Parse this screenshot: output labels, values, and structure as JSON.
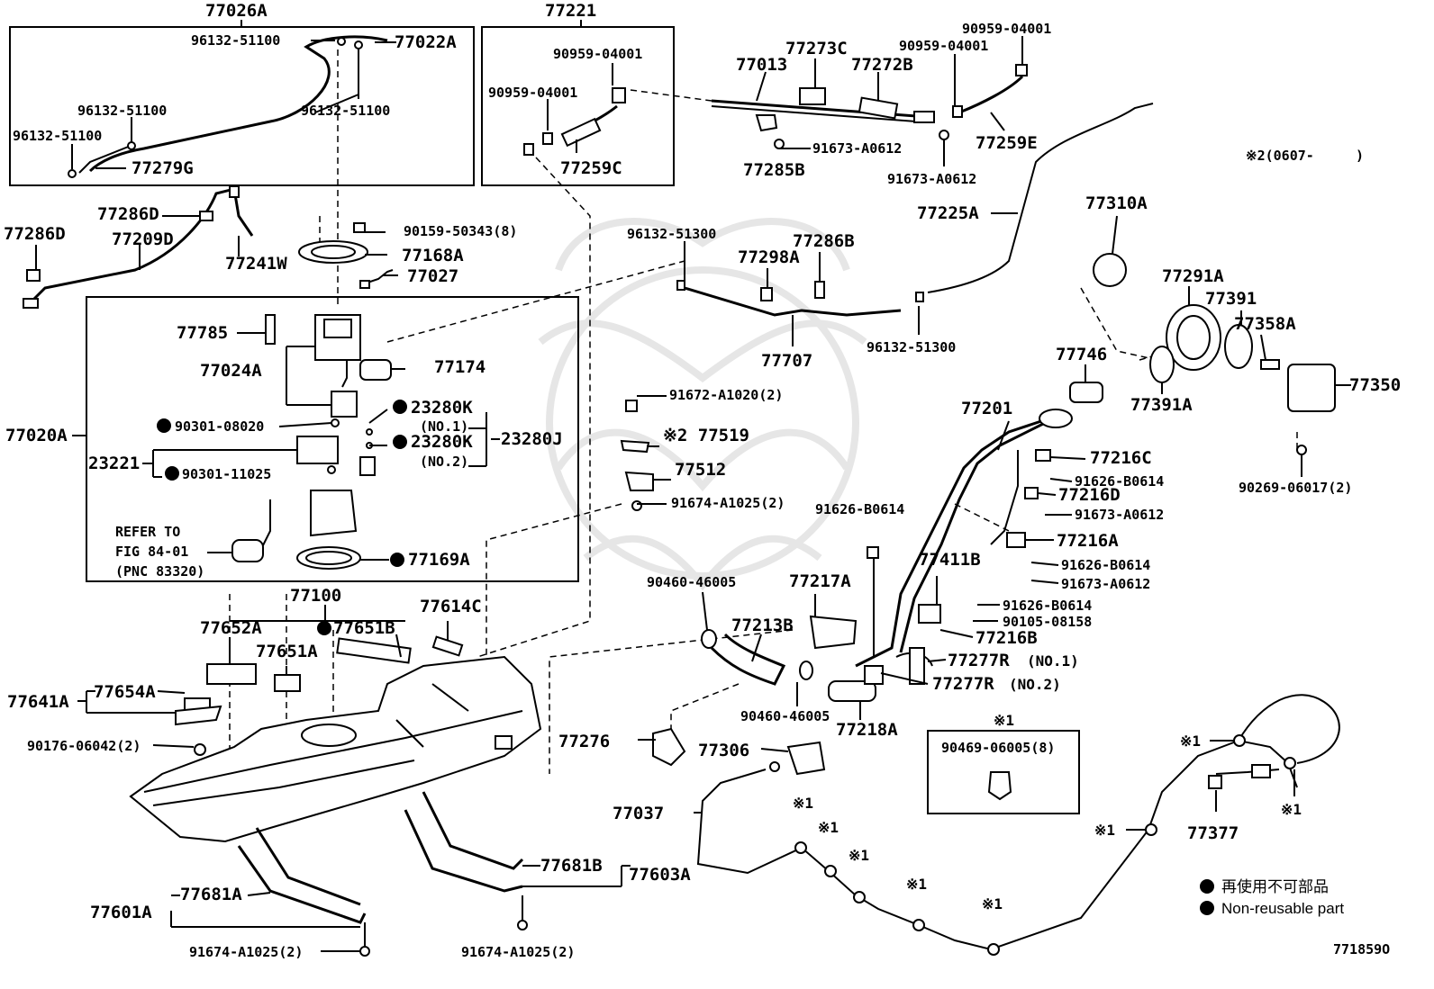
{
  "diagram_id": "771859O",
  "box_labels": {
    "box1_title": "77026A",
    "box2_title": "77221",
    "pump_box_title": "77020A",
    "tank_title": "77100"
  },
  "parts": {
    "p96132_a": "96132-51100",
    "p77022A": "77022A",
    "p96132_b": "96132-51100",
    "p96132_c": "96132-51100",
    "p96132_d": "96132-51100",
    "p77279G": "77279G",
    "p90959_a": "90959-04001",
    "p90959_b": "90959-04001",
    "p77259C": "77259C",
    "p77013": "77013",
    "p77273C": "77273C",
    "p77272B": "77272B",
    "p90959_c": "90959-04001",
    "p90959_d": "90959-04001",
    "p77285B": "77285B",
    "p91673_a": "91673-A0612",
    "p91673_b": "91673-A0612",
    "p77259E": "77259E",
    "note_2": "※2(0607-",
    "note_2_close": ")",
    "p77286D_a": "77286D",
    "p77286D_b": "77286D",
    "p77209D": "77209D",
    "p77241W": "77241W",
    "p90159": "90159-50343(8)",
    "p77168A": "77168A",
    "p77027": "77027",
    "p96132_51300_a": "96132-51300",
    "p77298A": "77298A",
    "p77286B": "77286B",
    "p77707": "77707",
    "p96132_51300_b": "96132-51300",
    "p77225A": "77225A",
    "p77310A": "77310A",
    "p77291A": "77291A",
    "p77391": "77391",
    "p77358A": "77358A",
    "p77350": "77350",
    "p77391A": "77391A",
    "p77746": "77746",
    "p90269": "90269-06017(2)",
    "p77785": "77785",
    "p77024A": "77024A",
    "p77174": "77174",
    "p23280K_1": "23280K",
    "p23280K_1_no": "(NO.1)",
    "p23280K_2": "23280K",
    "p23280K_2_no": "(NO.2)",
    "p23280J": "23280J",
    "p90301_08020": "90301-08020",
    "p23221": "23221",
    "p90301_11025": "90301-11025",
    "refer_1": "REFER TO",
    "refer_2": "FIG 84-01",
    "refer_3": "(PNC 83320)",
    "p77169A": "77169A",
    "p91672": "91672-A1020(2)",
    "p77519": "※2 77519",
    "p77512": "77512",
    "p91674_a": "91674-A1025(2)",
    "p77201": "77201",
    "p77216C": "77216C",
    "p91626_a": "91626-B0614",
    "p77216D": "77216D",
    "p91673_c": "91673-A0612",
    "p91626_b": "91626-B0614",
    "p77216A": "77216A",
    "p91626_c": "91626-B0614",
    "p91673_d": "91673-A0612",
    "p77411B": "77411B",
    "p91626_d": "91626-B0614",
    "p90105": "90105-08158",
    "p77216B": "77216B",
    "p77277R_1": "77277R",
    "p77277R_1_no": "(NO.1)",
    "p77277R_2": "77277R",
    "p77277R_2_no": "(NO.2)",
    "p90460_a": "90460-46005",
    "p77217A": "77217A",
    "p77213B": "77213B",
    "p90460_b": "90460-46005",
    "p77218A": "77218A",
    "p77652A": "77652A",
    "p77651A": "77651A",
    "p77651B": "77651B",
    "p77614C": "77614C",
    "p77641A": "77641A",
    "p77654A": "77654A",
    "p90176": "90176-06042(2)",
    "p77276": "77276",
    "p77306": "77306",
    "p77037": "77037",
    "mark_1_box": "※1",
    "p90469": "90469-06005(8)",
    "mark_1_a": "※1",
    "mark_1_b": "※1",
    "mark_1_c": "※1",
    "mark_1_d": "※1",
    "mark_1_e": "※1",
    "mark_1_f": "※1",
    "mark_1_g": "※1",
    "mark_1_h": "※1",
    "p77377": "77377",
    "p77681B": "77681B",
    "p77603A": "77603A",
    "p77601A": "77601A",
    "p77681A": "77681A",
    "p91674_b": "91674-A1025(2)",
    "p91674_c": "91674-A1025(2)"
  },
  "legend": {
    "jp": "再使用不可部品",
    "en": "Non-reusable part"
  }
}
